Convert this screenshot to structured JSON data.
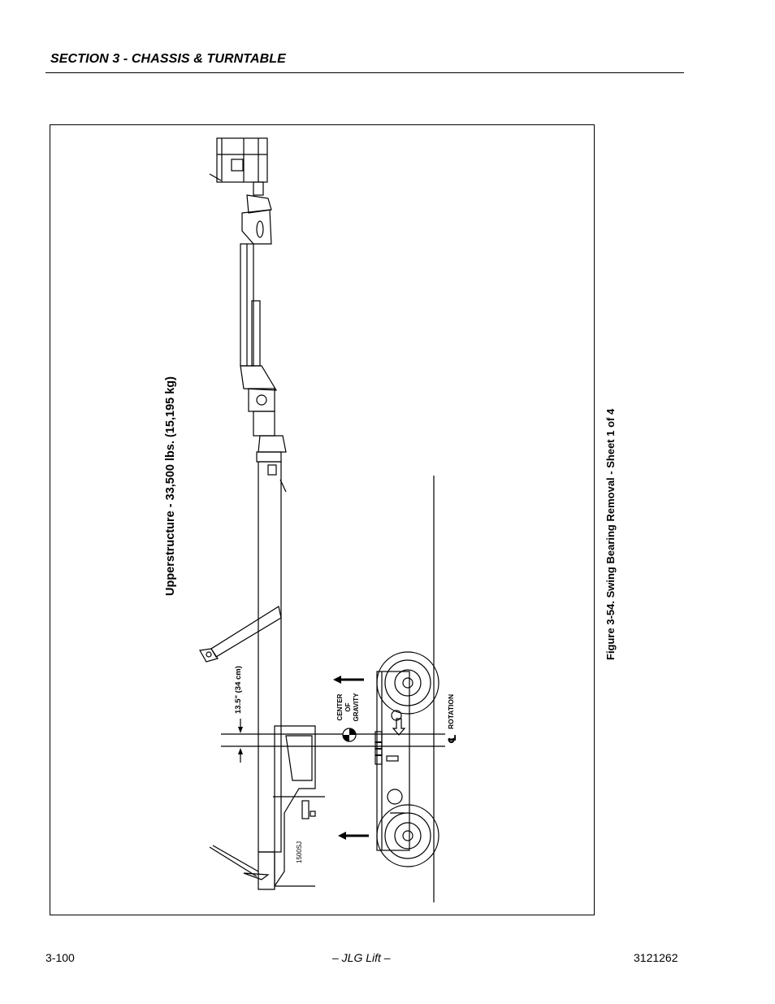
{
  "header": {
    "section_title": "SECTION 3 - CHASSIS & TURNTABLE"
  },
  "figure": {
    "caption": "Figure 3-54.  Swing Bearing Removal - Sheet 1 of 4",
    "upperstructure_label": "Upperstructure - 33,500 lbs. (15,195 kg)",
    "dimension_label": "13.5\" (34 cm)",
    "center_of_gravity_label": [
      "CENTER",
      "OF",
      "GRAVITY"
    ],
    "centerline_symbol": "℄",
    "rotation_label": "ROTATION",
    "model_label": "1500SJ"
  },
  "footer": {
    "page_number": "3-100",
    "publisher": "– JLG Lift –",
    "document_number": "3121262"
  }
}
